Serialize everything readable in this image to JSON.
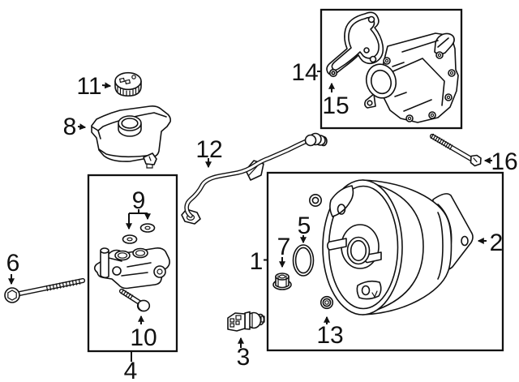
{
  "canvas": {
    "background": "#ffffff",
    "line_color": "#111111"
  },
  "callouts": {
    "c1": {
      "label": "1"
    },
    "c2": {
      "label": "2"
    },
    "c3": {
      "label": "3"
    },
    "c4": {
      "label": "4"
    },
    "c5": {
      "label": "5"
    },
    "c6": {
      "label": "6"
    },
    "c7": {
      "label": "7"
    },
    "c8": {
      "label": "8"
    },
    "c9": {
      "label": "9"
    },
    "c10": {
      "label": "10"
    },
    "c11": {
      "label": "11"
    },
    "c12": {
      "label": "12"
    },
    "c13": {
      "label": "13"
    },
    "c14": {
      "label": "14"
    },
    "c15": {
      "label": "15"
    },
    "c16": {
      "label": "16"
    }
  }
}
